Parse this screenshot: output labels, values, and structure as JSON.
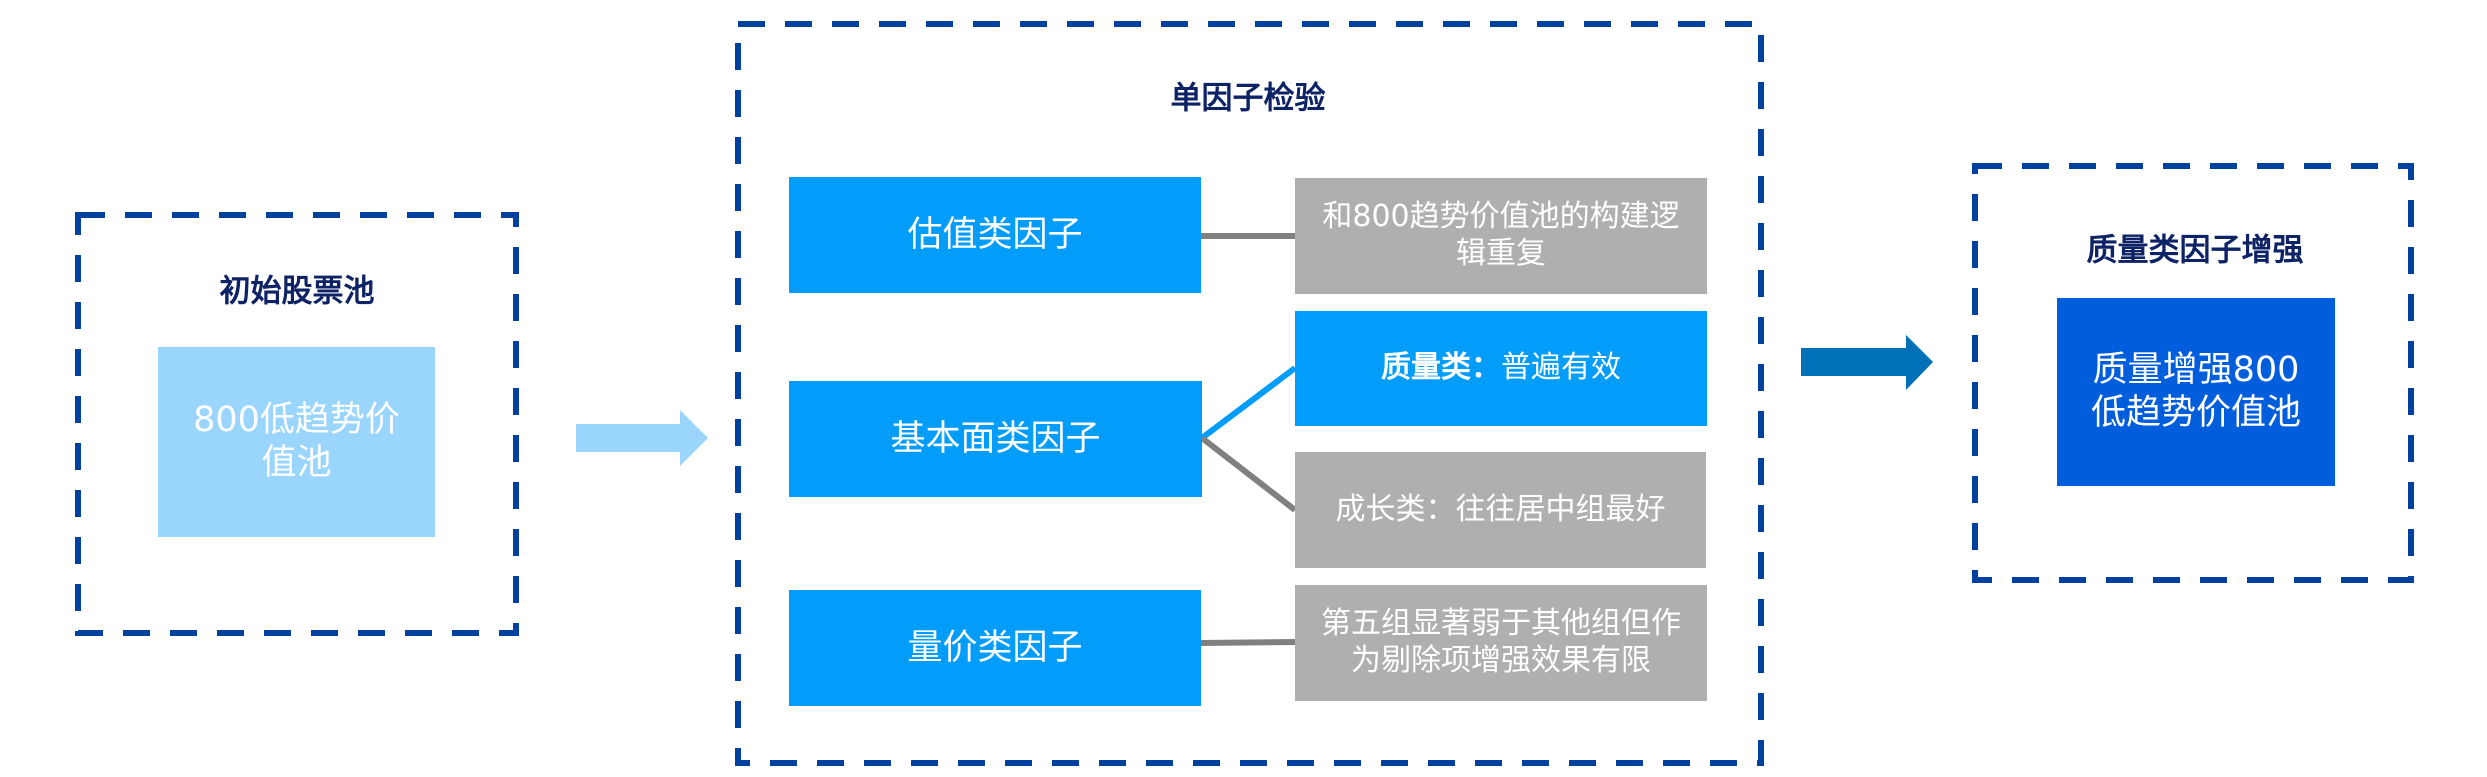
{
  "stages": {
    "initial": {
      "title": "初始股票池",
      "pool_label": "800低趋势价值池"
    },
    "test": {
      "title": "单因子检验",
      "factors": [
        {
          "label": "估值类因子",
          "results": [
            {
              "text": "和800趋势价值池的构建逻辑重复"
            }
          ]
        },
        {
          "label": "基本面类因子",
          "results": [
            {
              "prefix": "质量类：",
              "text": "普遍有效"
            },
            {
              "prefix": "成长类：",
              "text": "往往居中组最好"
            }
          ]
        },
        {
          "label": "量价类因子",
          "results": [
            {
              "text": "第五组显著弱于其他组但作为剔除项增强效果有限"
            }
          ]
        }
      ]
    },
    "enhanced": {
      "title": "质量类因子增强",
      "pool_label": "质量增强800低趋势价值池"
    }
  },
  "colors": {
    "frame_dash": "#0041A0",
    "title_text": "#0D2366",
    "factor_box": "#029CFB",
    "result_box_gray": "#AFAFAF",
    "result_box_highlight": "#029CFB",
    "initial_pool_box": "#99D5FC",
    "enhanced_pool_box": "#005DDC",
    "arrow_light": "#99D5FC",
    "arrow_dark": "#0070B8",
    "connector_gray": "#808080",
    "connector_blue": "#029CFB"
  },
  "icons": {
    "arrow_1": "right-arrow",
    "arrow_2": "right-arrow"
  }
}
